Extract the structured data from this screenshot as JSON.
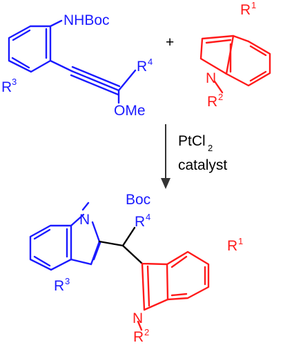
{
  "colors": {
    "reactant_a": "#1a1aff",
    "reactant_b": "#ff1a1a",
    "linker": "#000000",
    "arrow": "#333333"
  },
  "reactant_a": {
    "nhboc": "NHBoc",
    "r3": "R",
    "r3_sup": "3",
    "r4": "R",
    "r4_sup": "4",
    "ome": "OMe"
  },
  "plus": "+",
  "reactant_b": {
    "r1": "R",
    "r1_sup": "1",
    "n": "N",
    "r2": "R",
    "r2_sup": "2"
  },
  "conditions": {
    "reagent": "PtCl",
    "reagent_sub": "2",
    "catalyst": "catalyst"
  },
  "product": {
    "boc": "Boc",
    "n1": "N",
    "r3": "R",
    "r3_sup": "3",
    "r4": "R",
    "r4_sup": "4",
    "r1": "R",
    "r1_sup": "1",
    "n2": "N",
    "r2": "R",
    "r2_sup": "2"
  }
}
